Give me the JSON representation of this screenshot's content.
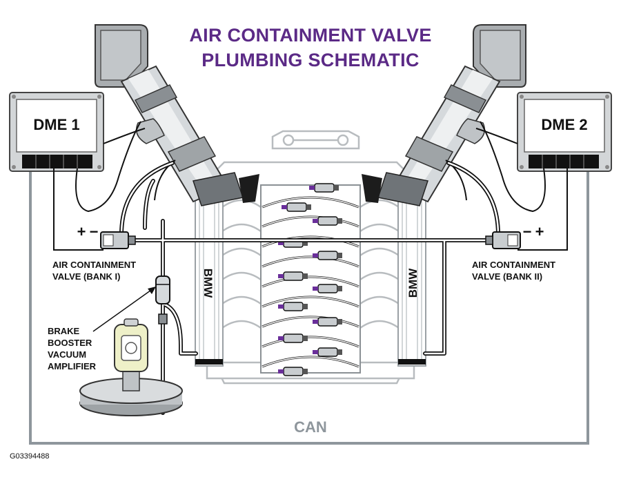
{
  "title": {
    "line1": "AIR CONTAINMENT VALVE",
    "line2": "PLUMBING SCHEMATIC"
  },
  "dme_left": "DME 1",
  "dme_right": "DME 2",
  "valve_left": {
    "line1": "AIR CONTAINMENT",
    "line2": "VALVE (BANK I)"
  },
  "valve_right": {
    "line1": "AIR CONTAINMENT",
    "line2": "VALVE (BANK II)"
  },
  "brake": {
    "line1": "BRAKE",
    "line2": "BOOSTER",
    "line3": "VACUUM",
    "line4": "AMPLIFIER"
  },
  "bank_left_logo": "BMW",
  "bank_right_logo": "BMW",
  "can_label": "CAN",
  "figure_id": "G03394488",
  "polarity": {
    "plus": "+",
    "minus": "−"
  },
  "colors": {
    "title": "#5b2a86",
    "can": "#8e969c",
    "engine_outline": "#b8bcbf",
    "injector_accent": "#6a2f9a"
  }
}
